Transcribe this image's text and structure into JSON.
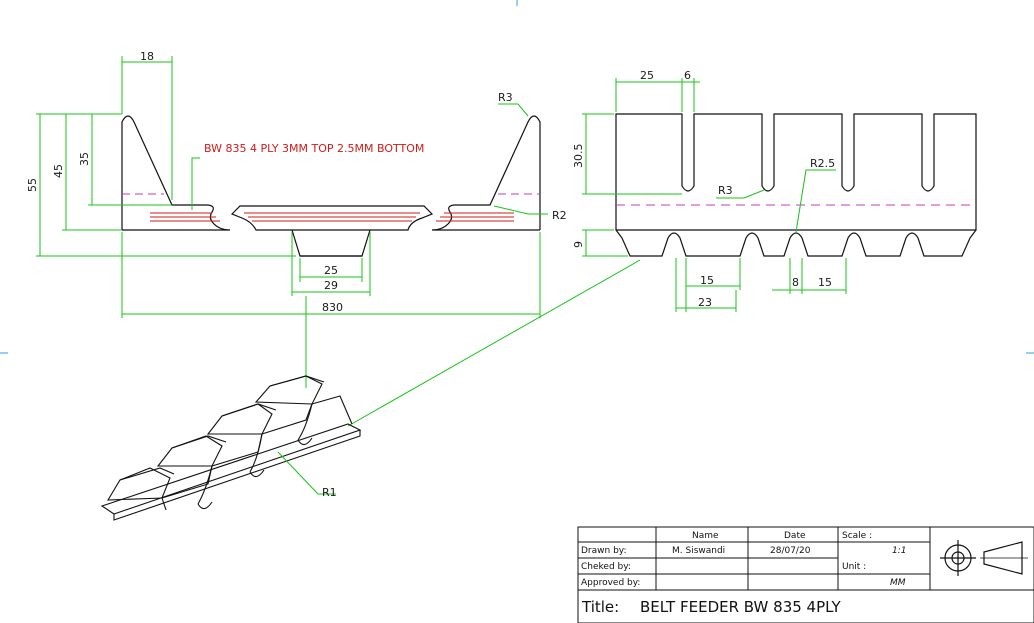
{
  "colors": {
    "outline": "#111111",
    "dimension": "#17c417",
    "belt_lines": "#d21a1a",
    "centerline": "#c03cc0",
    "frame_mark": "#2aa0e0"
  },
  "front_view": {
    "dims": {
      "top_width": "18",
      "h55": "55",
      "h45": "45",
      "h35": "35",
      "w25": "25",
      "w29": "29",
      "w830": "830",
      "r3": "R3",
      "r2": "R2"
    },
    "callout": "BW 835 4 PLY 3MM TOP 2.5MM BOTTOM"
  },
  "side_view": {
    "dims": {
      "w25": "25",
      "w6": "6",
      "h305": "30.5",
      "r3": "R3",
      "r25": "R2.5",
      "h9": "9",
      "w15a": "15",
      "w23": "23",
      "w8": "8",
      "w15b": "15"
    }
  },
  "iso_view": {
    "r1": "R1"
  },
  "title_block": {
    "col_name": "Name",
    "col_date": "Date",
    "scale_label": "Scale :",
    "scale_value": "1:1",
    "unit_label": "Unit :",
    "unit_value": "MM",
    "drawn_label": "Drawn by:",
    "drawn_name": "M. Siswandi",
    "drawn_date": "28/07/20",
    "checked_label": "Cheked by:",
    "approved_label": "Approved by:",
    "title_label": "Title:",
    "title_value": "BELT FEEDER BW 835 4PLY"
  }
}
